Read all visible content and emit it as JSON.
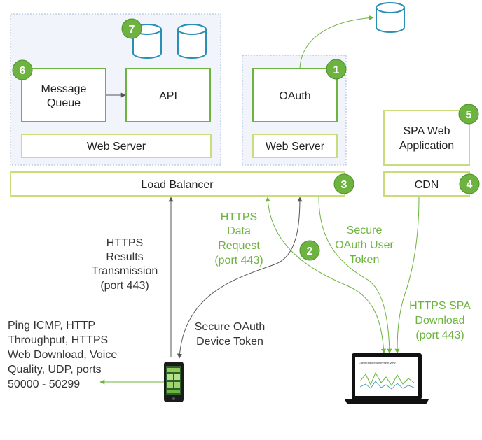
{
  "colors": {
    "green": "#6cb33f",
    "green_border": "#5aa02c",
    "light_green": "#c9dd7a",
    "container_fill": "#f1f4fb",
    "container_border": "#a9b8d8",
    "db_blue": "#2a8fb5"
  },
  "boxes": {
    "message_queue": [
      "Message",
      "Queue"
    ],
    "api": "API",
    "web_server_left": "Web Server",
    "oauth": "OAuth",
    "web_server_right": "Web Server",
    "load_balancer": "Load Balancer",
    "spa": [
      "SPA Web",
      "Application"
    ],
    "cdn": "CDN"
  },
  "badges": {
    "b1": "1",
    "b2": "2",
    "b3": "3",
    "b4": "4",
    "b5": "5",
    "b6": "6",
    "b7": "7"
  },
  "labels": {
    "https_results": [
      "HTTPS",
      "Results",
      "Transmission",
      "(port 443)"
    ],
    "https_data": [
      "HTTPS",
      "Data",
      "Request",
      "(port 443)"
    ],
    "secure_user": [
      "Secure",
      "OAuth User",
      "Token"
    ],
    "https_spa": [
      "HTTPS SPA",
      "Download",
      "(port 443)"
    ],
    "secure_device": [
      "Secure OAuth",
      "Device Token"
    ],
    "ping": [
      "Ping ICMP, HTTP",
      "Throughput, HTTPS",
      "Web Download, Voice",
      "Quality, UDP, ports",
      "50000 - 50299"
    ],
    "laptop_chart_title": "Client radio environment view"
  },
  "icons": {
    "database": "database-icon",
    "phone": "phone-icon",
    "laptop": "laptop-icon",
    "arrow": "arrow-icon"
  }
}
